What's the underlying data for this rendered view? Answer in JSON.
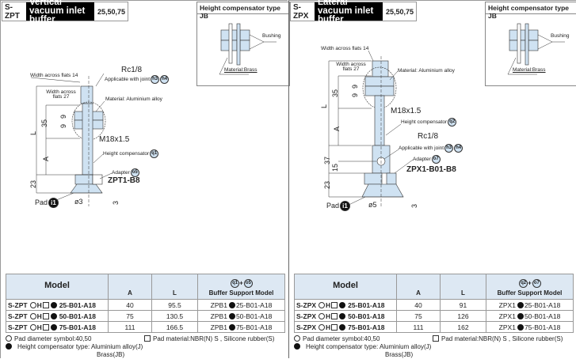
{
  "panels": [
    {
      "code": "S-ZPT",
      "title": "Vertical vacuum inlet buffer",
      "sizes": "25,50,75",
      "jb": {
        "title": "Height compensator type JB",
        "bushing": "Bushing",
        "material": "Material:Brass"
      },
      "labels": {
        "rc": "Rc1/8",
        "flats14": "Width across flats 14",
        "joint": "Applicable with joint",
        "joint_tags": [
          "h3",
          "h4"
        ],
        "flats27": "Width across flats 27",
        "material": "Material: Aluminium alloy",
        "dim35": "35",
        "dim9a": "9",
        "dim9b": "9",
        "dimL": "L",
        "dimA": "A",
        "thread": "M18x1.5",
        "comp": "Height compensator",
        "comp_tag": "q1",
        "adapter": "Adapter",
        "adapter_tag": "o5",
        "part": "ZPT1-B8",
        "dim23": "23",
        "pad": "Pad",
        "pad_tag": "i1",
        "dia": "ø3",
        "dim3": "3"
      },
      "table": {
        "headers": {
          "model": "Model",
          "a": "A",
          "l": "L",
          "buffer_tags": [
            "q1",
            "o5"
          ],
          "buffer_plus": "+",
          "buffer": "Buffer Support Model"
        },
        "rows": [
          {
            "prefix": "S-ZPT",
            "h": "H",
            "suffix": "25-B01-A18",
            "a": "40",
            "l": "95.5",
            "bprefix": "ZPB1",
            "bsuffix": "25-B01-A18"
          },
          {
            "prefix": "S-ZPT",
            "h": "H",
            "suffix": "50-B01-A18",
            "a": "75",
            "l": "130.5",
            "bprefix": "ZPB1",
            "bsuffix": "50-B01-A18"
          },
          {
            "prefix": "S-ZPT",
            "h": "H",
            "suffix": "75-B01-A18",
            "a": "111",
            "l": "166.5",
            "bprefix": "ZPB1",
            "bsuffix": "75-B01-A18"
          }
        ]
      },
      "legend": {
        "pad_diameter": "Pad diameter symbol:40,50",
        "pad_material": "Pad material:NBR(N) S , Silicone rubber(S)",
        "comp_type": "Height compensator type: Aluminium alloy(J)",
        "comp_type2": "Brass(JB)"
      }
    },
    {
      "code": "S-ZPX",
      "title": "Lateral vacuum inlet buffer",
      "sizes": "25,50,75",
      "jb": {
        "title": "Height compensator type JB",
        "bushing": "Bushing",
        "material": "Material:Brass"
      },
      "labels": {
        "rc": "Rc1/8",
        "flats14": "Width across flats 14",
        "joint": "Applicable with joint",
        "joint_tags": [
          "h3",
          "h4"
        ],
        "flats27": "Width across flats 27",
        "material": "Material: Aluminium alloy",
        "dim35": "35",
        "dim9a": "9",
        "dim9b": "9",
        "dimL": "L",
        "dimA": "A",
        "thread": "M18x1.5",
        "comp": "Height compensator",
        "comp_tag": "q2",
        "adapter": "Adapter",
        "adapter_tag": "o7",
        "part": "ZPX1-B01-B8",
        "dim37": "37",
        "dim15": "15",
        "dim23": "23",
        "pad": "Pad",
        "pad_tag": "i1",
        "dia": "ø5",
        "dim3": "3"
      },
      "table": {
        "headers": {
          "model": "Model",
          "a": "A",
          "l": "L",
          "buffer_tags": [
            "q2",
            "o7"
          ],
          "buffer_plus": "+",
          "buffer": "Buffer Support Model"
        },
        "rows": [
          {
            "prefix": "S-ZPX",
            "h": "H",
            "suffix": "25-B01-A18",
            "a": "40",
            "l": "91",
            "bprefix": "ZPX1",
            "bsuffix": "25-B01-A18"
          },
          {
            "prefix": "S-ZPX",
            "h": "H",
            "suffix": "50-B01-A18",
            "a": "75",
            "l": "126",
            "bprefix": "ZPX1",
            "bsuffix": "50-B01-A18"
          },
          {
            "prefix": "S-ZPX",
            "h": "H",
            "suffix": "75-B01-A18",
            "a": "111",
            "l": "162",
            "bprefix": "ZPX1",
            "bsuffix": "75-B01-A18"
          }
        ]
      },
      "legend": {
        "pad_diameter": "Pad diameter symbol:40,50",
        "pad_material": "Pad material:NBR(N) S , Silicone rubber(S)",
        "comp_type": "Height compensator type: Aluminium alloy(J)",
        "comp_type2": "Brass(JB)"
      }
    }
  ]
}
